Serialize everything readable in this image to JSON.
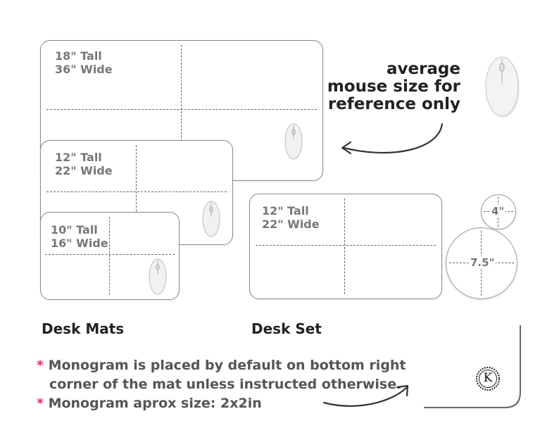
{
  "mats": [
    {
      "tall": "18\" Tall",
      "wide": "36\" Wide"
    },
    {
      "tall": "12\" Tall",
      "wide": "22\" Wide"
    },
    {
      "tall": "10\" Tall",
      "wide": "16\" Wide"
    }
  ],
  "desk_set": {
    "tall": "12\" Tall",
    "wide": "22\" Wide"
  },
  "coasters": {
    "small": "4\"",
    "large": "7.5\""
  },
  "reference_text": [
    "average",
    "mouse size for",
    "reference only"
  ],
  "section_titles": {
    "desk_mats": "Desk Mats",
    "desk_set": "Desk Set"
  },
  "notes": {
    "bullet": "*",
    "line1": "Monogram is placed by default on bottom right",
    "line2": "corner of the mat unless instructed otherwise.",
    "line3": "Monogram aprox size: 2x2in"
  },
  "monogram_letter": "K",
  "colors": {
    "accent": "#e0306a",
    "outline": "#8a8a8a",
    "text": "#222222"
  },
  "icons": [
    "mouse-icon",
    "curved-arrow-icon",
    "monogram-badge-icon"
  ]
}
